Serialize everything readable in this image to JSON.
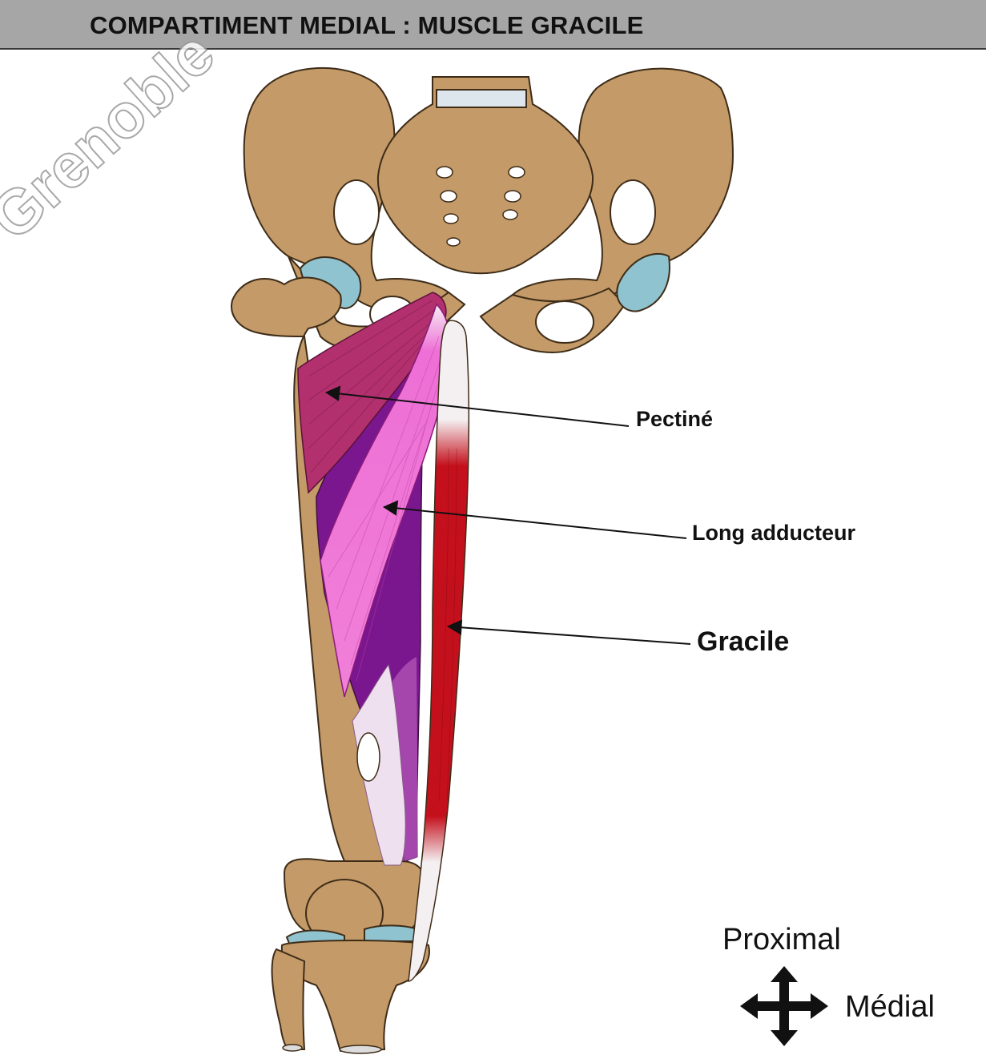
{
  "header": {
    "title": "COMPARTIMENT MEDIAL : MUSCLE GRACILE"
  },
  "watermark": {
    "text": "Grenoble"
  },
  "labels": {
    "pectine": "Pectiné",
    "long_adducteur": "Long adducteur",
    "gracile": "Gracile"
  },
  "orientation": {
    "proximal": "Proximal",
    "medial": "Médial",
    "icon": "four-way-arrow-icon"
  },
  "colors": {
    "header_bg": "#a6a6a6",
    "bone": "#c39a68",
    "cartilage": "#8fc3d0",
    "pectine": "#b2306e",
    "long_adducteur": "#ee6fd6",
    "adductor_deep": "#7a178f",
    "gracile": "#c4101c",
    "tendon": "#f2eaf1"
  }
}
